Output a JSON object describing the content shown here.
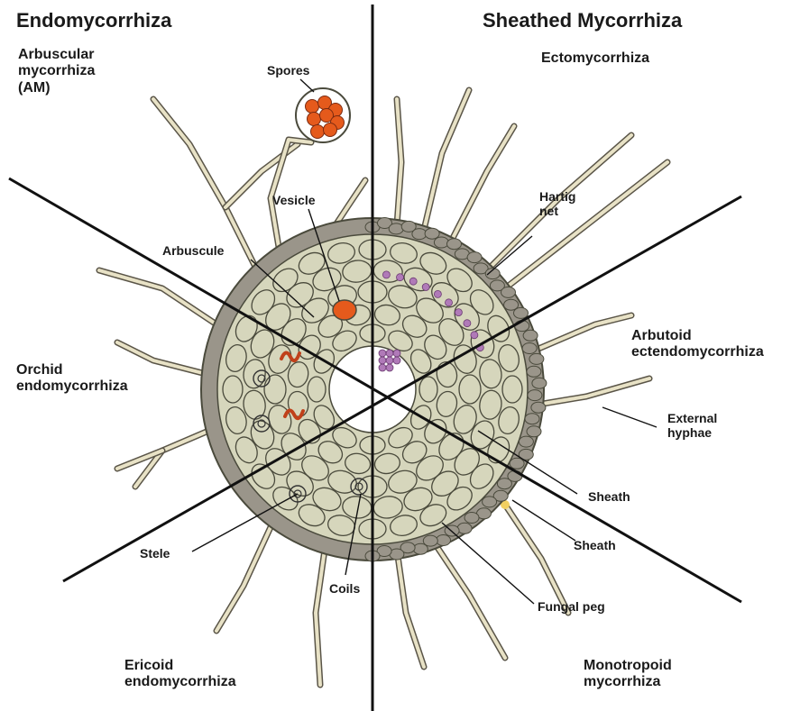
{
  "headings": {
    "left": "Endomycorrhiza",
    "right": "Sheathed Mycorrhiza"
  },
  "sections": {
    "am": "Arbuscular\nmycorrhiza\n(AM)",
    "orchid": "Orchid\nendomycorrhiza",
    "ericoid": "Ericoid\nendomycorrhiza",
    "ecto": "Ectomycorrhiza",
    "arbutoid": "Arbutoid\nectendomycorrhiza",
    "monotropoid": "Monotropoid\nmycorrhiza"
  },
  "callouts": {
    "spores": "Spores",
    "vesicle": "Vesicle",
    "arbuscule": "Arbuscule",
    "hartig": "Hartig\nnet",
    "external_hyphae": "External\nhyphae",
    "sheath_1": "Sheath",
    "sheath_2": "Sheath",
    "fungal_peg": "Fungal peg",
    "stele": "Stele",
    "coils": "Coils"
  },
  "colors": {
    "cell_fill": "#d6d6bc",
    "cell_stroke": "#4a4a3c",
    "sheath_cell": "#9a958a",
    "hyphae_fill": "#e8e2c6",
    "hyphae_tip": "#f2d060",
    "spore": "#e55a1c",
    "hartig": "#b07ab8",
    "arbuscule": "#c0401a",
    "divider": "#111111"
  }
}
